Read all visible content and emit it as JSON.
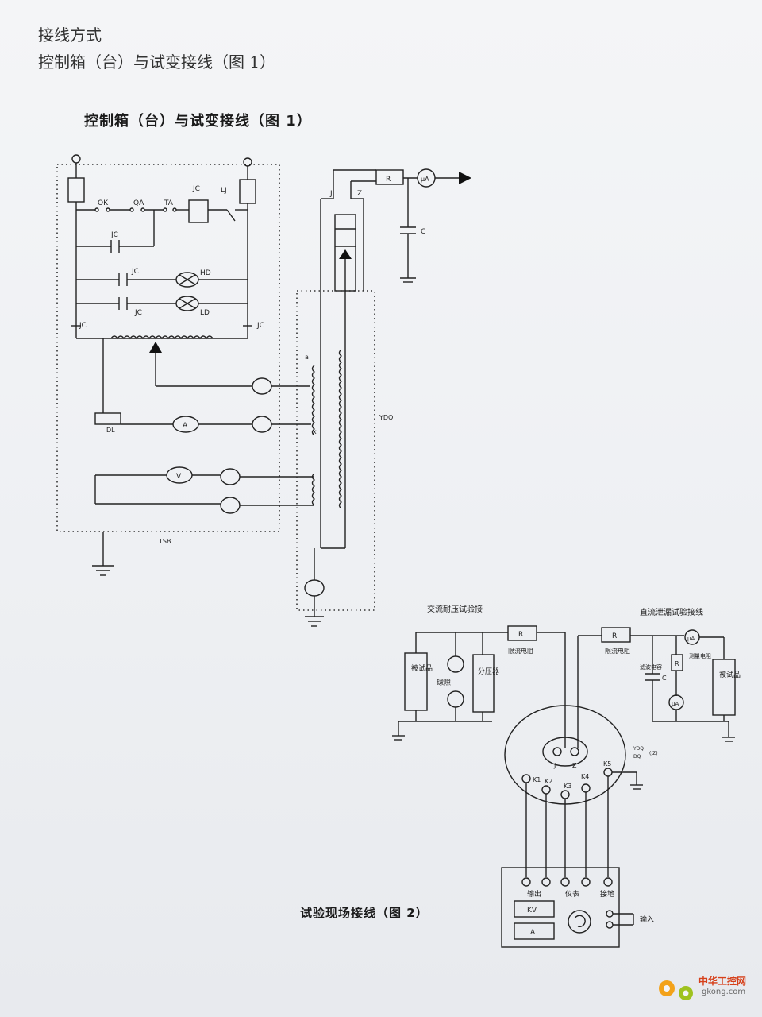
{
  "header": {
    "line1": "接线方式",
    "line2": "控制箱（台）与试变接线（图 1）"
  },
  "figure1": {
    "title": "控制箱（台）与试变接线（图 1）",
    "labels": {
      "ok": "OK",
      "qa": "QA",
      "ta": "TA",
      "jc": "JC",
      "lj": "LJ",
      "hd": "HD",
      "ld": "LD",
      "dl": "DL",
      "a": "A",
      "v": "V",
      "tsb": "TSB",
      "ydq": "YDQ",
      "tap_a": "a",
      "tap_x": "x",
      "j": "J",
      "z": "Z",
      "r": "R",
      "c": "C",
      "ua": "μA"
    }
  },
  "figure2": {
    "title": "试验现场接线（图 2）",
    "ac_title": "交流耐压试验接",
    "dc_title": "直流泄漏试验接线",
    "ac_items": [
      "被试品",
      "球隙",
      "分压器"
    ],
    "dc_items": [
      "滤波电容",
      "测量电阻",
      "被试品"
    ],
    "r_label": "R",
    "c_label": "C",
    "ua_label": "μA",
    "limit_resistor": "限流电阻",
    "panel": {
      "out": "输出",
      "meter": "仪表",
      "ground": "接地",
      "input": "输入",
      "kv": "KV",
      "a": "A"
    },
    "terminals": [
      "K1",
      "K2",
      "K3",
      "K4",
      "K5"
    ],
    "j": "J",
    "z": "Z",
    "ydq_dq": [
      "YDQ",
      "DQ",
      "(JZ)"
    ]
  },
  "watermark": {
    "name": "中华工控网",
    "url": "gkong.com"
  }
}
